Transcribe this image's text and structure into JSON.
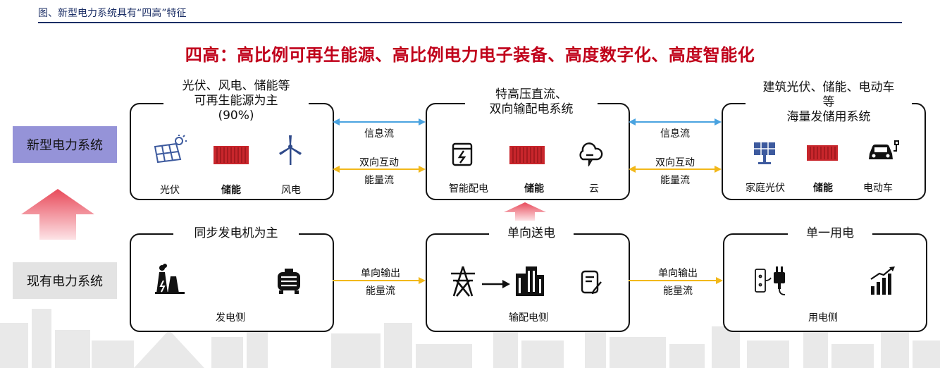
{
  "figure_title": "图、新型电力系统具有“四高”特征",
  "headline": "四高：高比例可再生能源、高比例电力电子装备、高度数字化、高度智能化",
  "systems": {
    "new": "新型电力系统",
    "existing": "现有电力系统"
  },
  "new_row": {
    "source": {
      "title": "光伏、风电、储能等\n可再生能源为主\n(90%)",
      "items": [
        "光伏",
        "储能",
        "风电"
      ]
    },
    "grid": {
      "title": "特高压直流、\n双向输配电系统",
      "items": [
        "智能配电",
        "储能",
        "云"
      ]
    },
    "load": {
      "title": "建筑光伏、储能、电动车\n等\n海量发储用系统",
      "items": [
        "家庭光伏",
        "储能",
        "电动车"
      ]
    },
    "flows": [
      {
        "info": "信息流",
        "mode": "双向互动",
        "energy": "能量流"
      },
      {
        "info": "信息流",
        "mode": "双向互动",
        "energy": "能量流"
      }
    ]
  },
  "old_row": {
    "source": {
      "title": "同步发电机为主",
      "caption": "发电侧"
    },
    "grid": {
      "title": "单向送电",
      "caption": "输配电侧"
    },
    "load": {
      "title": "单一用电",
      "caption": "用电侧"
    },
    "flows": [
      {
        "mode": "单向输出",
        "energy": "能量流"
      },
      {
        "mode": "单向输出",
        "energy": "能量流"
      }
    ]
  },
  "colors": {
    "title_navy": "#1c2f66",
    "headline_red": "#c0001a",
    "new_label_bg": "#9593d8",
    "old_label_bg": "#e3e3e3",
    "info_arrow": "#4aa3e0",
    "energy_arrow": "#f2b81a",
    "storage_red": "#c8262c",
    "up_arrow": "#e84a5a"
  }
}
